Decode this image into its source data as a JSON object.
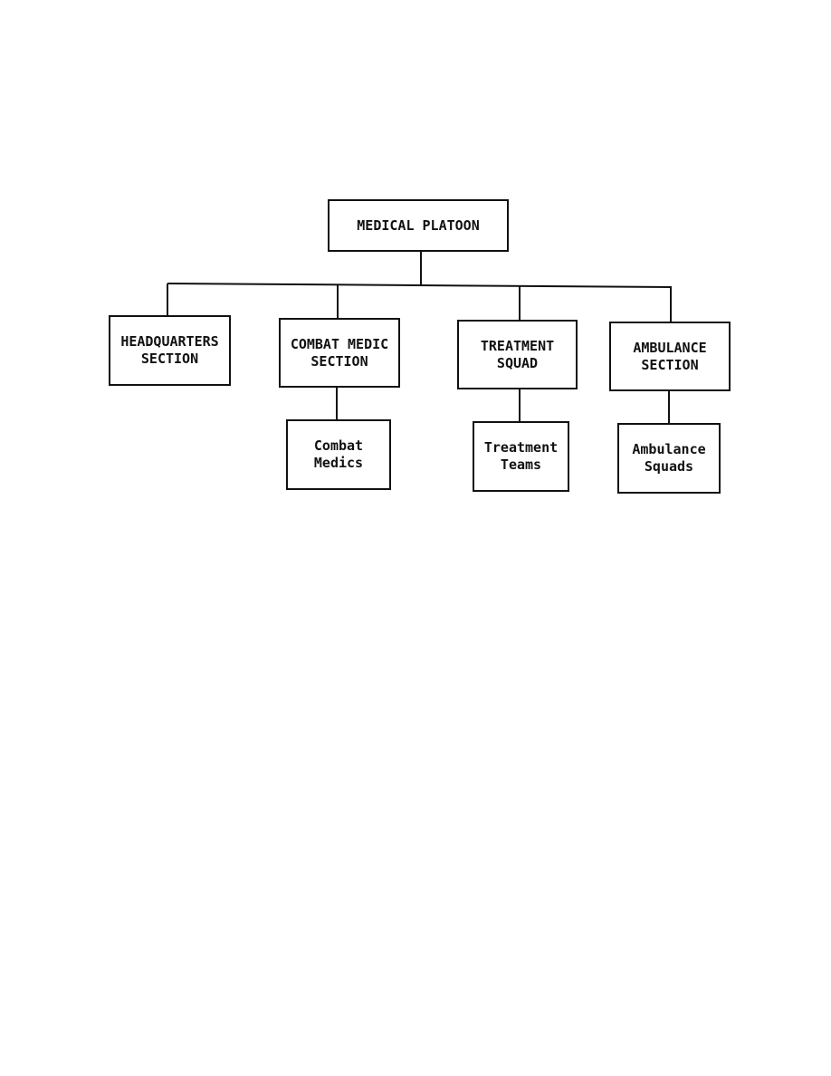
{
  "org_chart": {
    "root": {
      "label": "MEDICAL PLATOON"
    },
    "sections": [
      {
        "label": "HEADQUARTERS\nSECTION"
      },
      {
        "label": "COMBAT MEDIC\nSECTION"
      },
      {
        "label": "TREATMENT\nSQUAD"
      },
      {
        "label": "AMBULANCE\nSECTION"
      }
    ],
    "subunits": [
      {
        "label": "Combat\nMedics"
      },
      {
        "label": "Treatment\nTeams"
      },
      {
        "label": "Ambulance\nSquads"
      }
    ]
  },
  "colors": {
    "line": "#111111",
    "background": "#ffffff"
  }
}
